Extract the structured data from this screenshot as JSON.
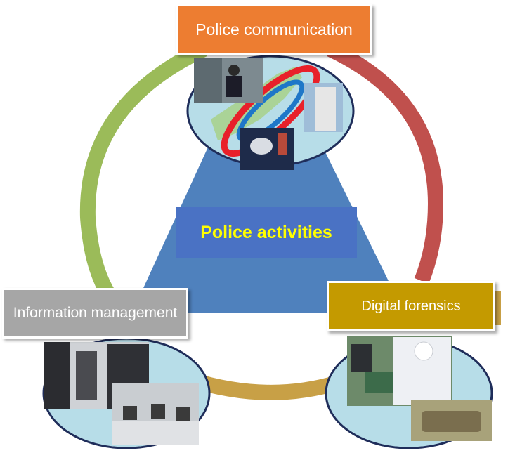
{
  "center": {
    "title": "Police activities"
  },
  "nodes": {
    "communication": {
      "label": "Police communication"
    },
    "information": {
      "label": "Information management"
    },
    "forensics": {
      "label": "Digital forensics"
    }
  },
  "colors": {
    "ring_green": "#9bbb59",
    "ring_red": "#c0504d",
    "ring_gold": "#c8a046",
    "triangle_blue": "#4f81bd",
    "center_box": "#4a72c4",
    "center_text": "#ffff00",
    "box_orange": "#ed7d31",
    "box_gray": "#a6a6a6",
    "box_gold": "#c49a00",
    "oval_fill": "#b7dde8",
    "oval_stroke": "#1f2d5a"
  }
}
